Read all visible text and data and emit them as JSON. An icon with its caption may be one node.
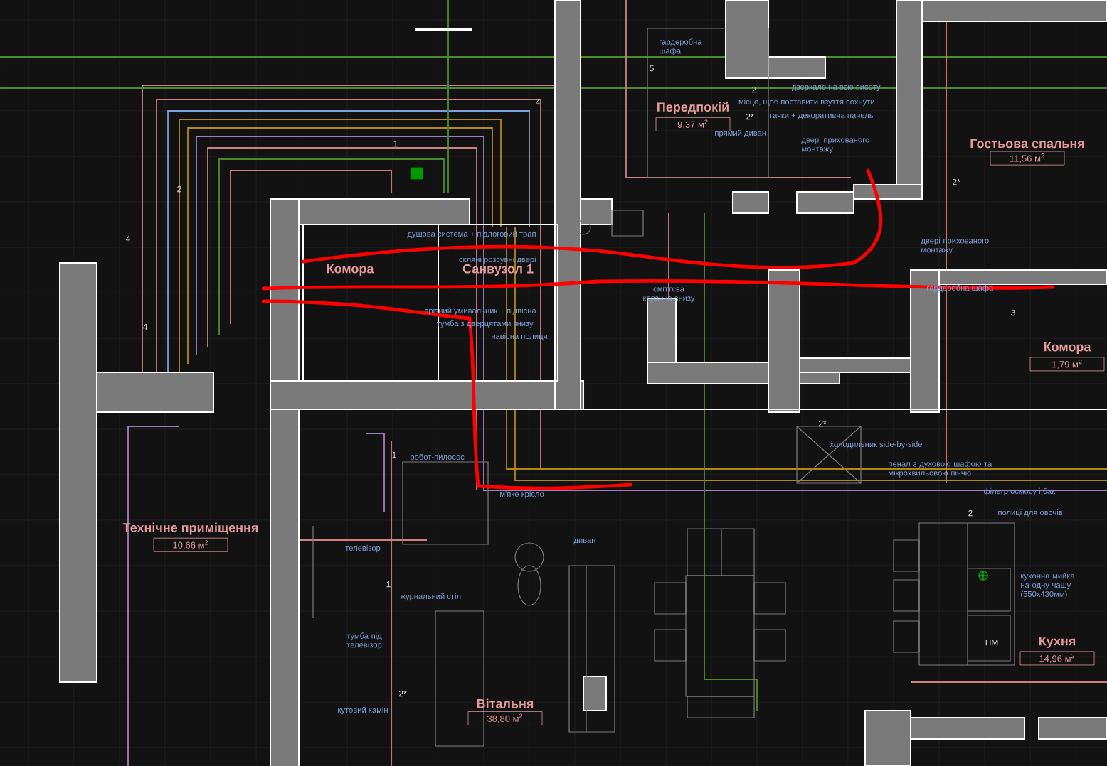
{
  "diagram": {
    "nodes": [
      {
        "text": [
          "Передпокій",
          "9,37 м$^{2}$"
        ]
      },
      {
        "text": [
          "Гостьова спальня",
          "11,56 м$^{2}$"
        ]
      },
      {
        "text": [
          "Комора"
        ]
      },
      {
        "text": [
          "Санвузол 1"
        ]
      },
      {
        "text": [
          "Комора",
          "1,79 м$^{2}$"
        ]
      },
      {
        "text": [
          "Технічне приміщення",
          "10,66 м$^{2}$"
        ]
      },
      {
        "text": [
          "Вітальня",
          "38,80 м$^{2}$"
        ]
      },
      {
        "text": [
          "Кухня",
          "14,96 м$^{2}$"
        ]
      }
    ],
    "labels": [
      "гардеробна шафа",
      "5",
      "4",
      "1",
      "2",
      "4",
      "4",
      "2",
      "2*",
      "дзеркало на всю висоту",
      "місце, щоб поставити взуття сохнути",
      "гачки + декоративна панель",
      "прямий диван",
      "двері прихованого монтажу",
      "2*",
      "душова система + підлоговий трап",
      "скляні розсувні двері",
      "двері прихованого монтажу",
      "сміттєва корзина знизу",
      "гардеробна шафа",
      "3",
      "врізний умивальник + підвісна",
      "тумба з дверцятами знизу",
      "навісна полиця",
      "2*",
      "холодильник side-by-side",
      "пенал з духовою шафою та мікрохвильовою піччю",
      "1",
      "робот-пилосос",
      "м'яке крісло",
      "фільтр осмосу і бак",
      "2",
      "полиці для овочів",
      "диван",
      "телевізор",
      "1",
      "журнальний стіл",
      "кухонна мийка на одну чашу (550х430мм)",
      "тумба під телевізор",
      "ПМ",
      "2*",
      "кутовий камін"
    ]
  }
}
